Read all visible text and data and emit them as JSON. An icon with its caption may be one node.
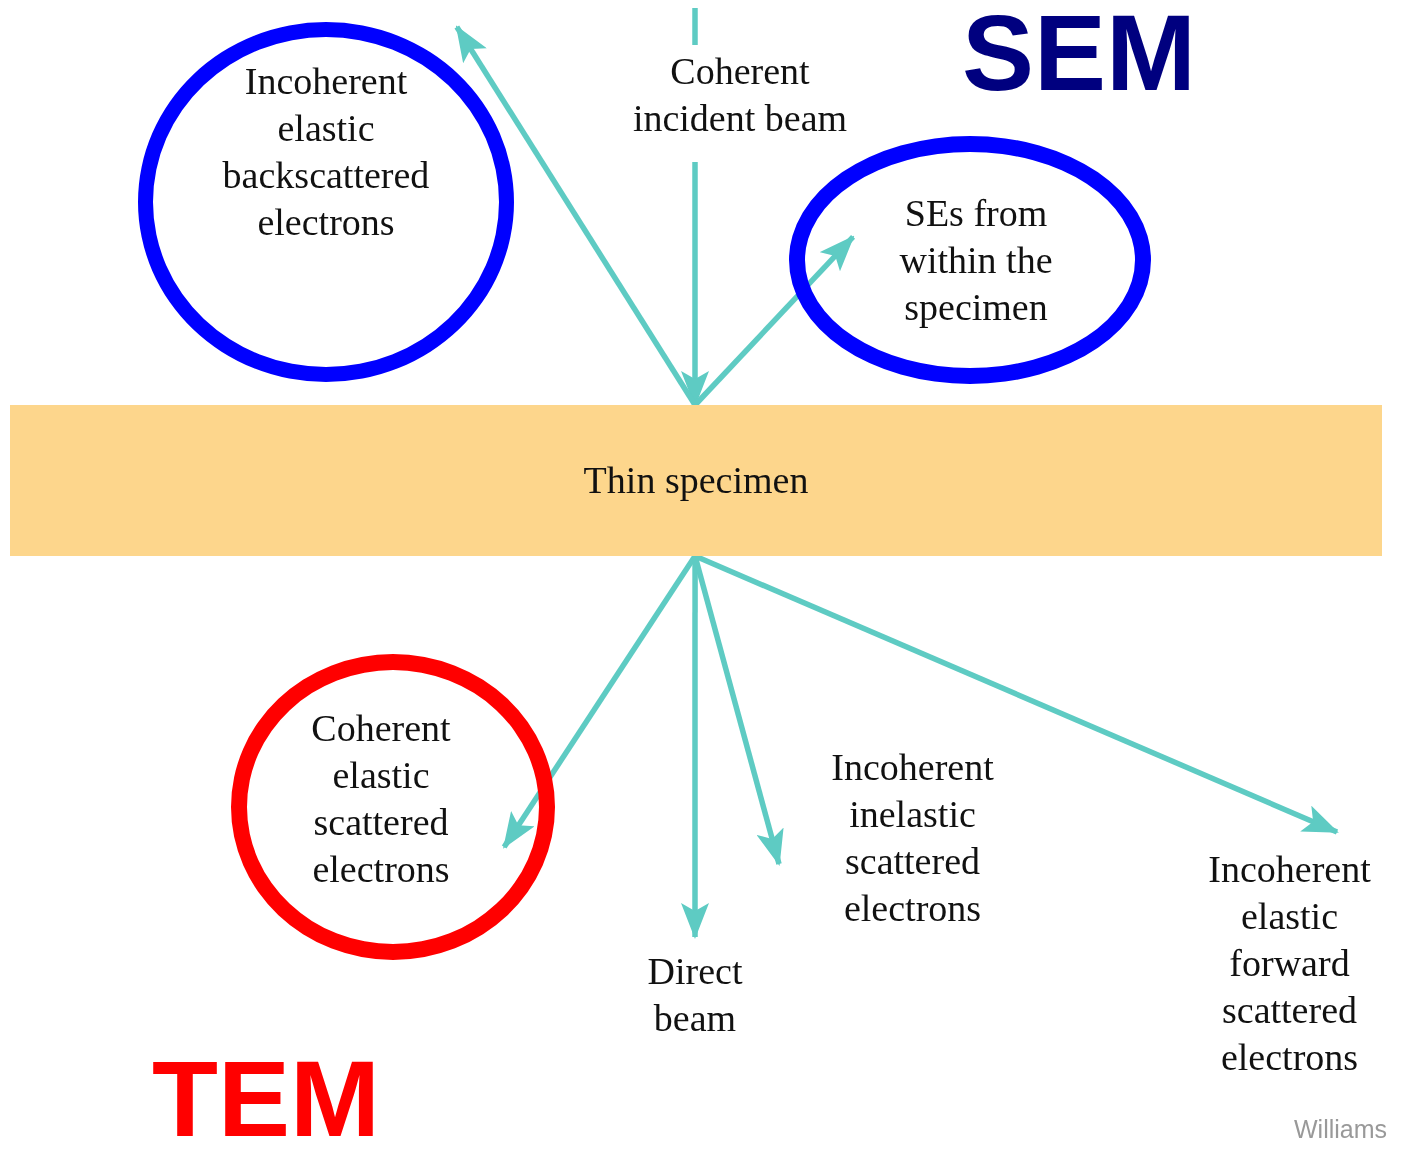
{
  "diagram": {
    "nodes": [
      {
        "text": [
          "Coherent incident beam"
        ]
      },
      {
        "text": [
          "Thin specimen"
        ]
      },
      {
        "text": [
          "Incoherent elastic backscattered electrons"
        ]
      },
      {
        "text": [
          "SEs from within the specimen"
        ]
      },
      {
        "text": [
          "Coherent elastic scattered electrons"
        ]
      },
      {
        "text": [
          "Direct beam"
        ]
      },
      {
        "text": [
          "Incoherent inelastic scattered electrons"
        ]
      },
      {
        "text": [
          "Incoherent elastic forward scattered electrons"
        ]
      }
    ],
    "edges": [
      {
        "from": null,
        "to": 0,
        "arrow": "none"
      },
      {
        "from": 0,
        "to": 1,
        "arrow": "to"
      },
      {
        "from": 1,
        "to": 2,
        "arrow": "to"
      },
      {
        "from": 1,
        "to": 3,
        "arrow": "to"
      },
      {
        "from": 1,
        "to": 4,
        "arrow": "to"
      },
      {
        "from": 1,
        "to": 5,
        "arrow": "to"
      },
      {
        "from": 1,
        "to": 6,
        "arrow": "to"
      },
      {
        "from": 1,
        "to": 7,
        "arrow": "to"
      }
    ],
    "labels": [
      "SEM",
      "TEM",
      "Williams"
    ]
  }
}
